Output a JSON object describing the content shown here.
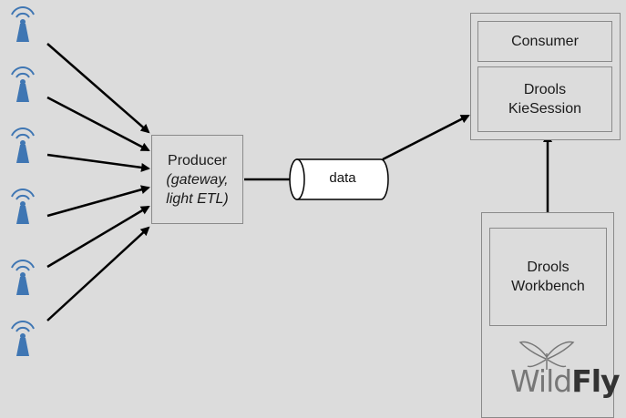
{
  "producer": {
    "line1": "Producer",
    "line2": "(gateway,",
    "line3": "light ETL)"
  },
  "queue": {
    "label": "data"
  },
  "consumer": {
    "label": "Consumer"
  },
  "kiesession": {
    "line1": "Drools",
    "line2": "KieSession"
  },
  "workbench": {
    "line1": "Drools",
    "line2": "Workbench"
  },
  "wildfly": {
    "part1": "Wild",
    "part2": "Fly"
  },
  "sensors": {
    "count": 6,
    "icon": "wireless-antenna-icon",
    "color": "#3f76b3"
  }
}
